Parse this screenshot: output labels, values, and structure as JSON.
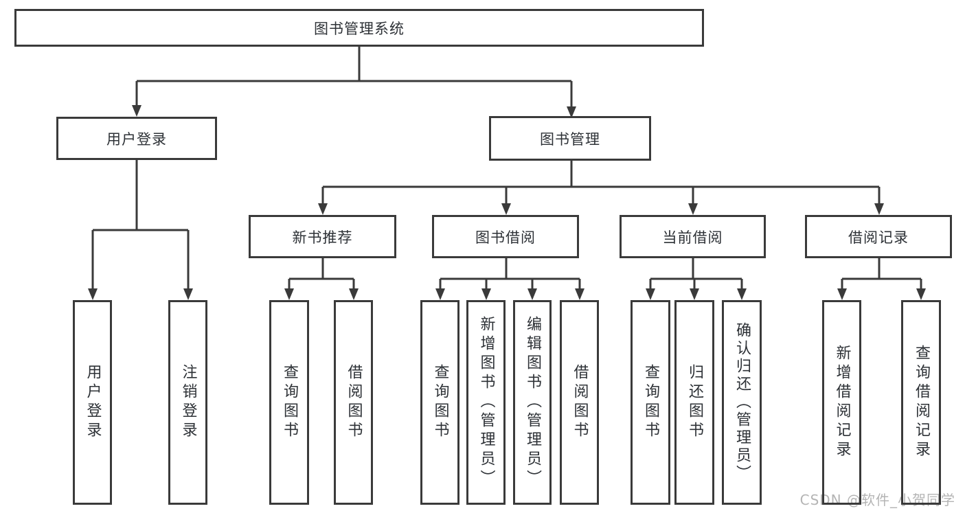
{
  "diagram": {
    "type": "hierarchy-tree",
    "direction": "top-down",
    "colors": {
      "background": "#ffffff",
      "node_border": "#3a3a3a",
      "connector_line": "#3a3a3a",
      "node_text": "#2d3136",
      "watermark_text": "#b4b4b4"
    },
    "tree": {
      "root": {
        "label": "图书管理系统",
        "children": [
          {
            "label": "用户登录",
            "children": [
              {
                "label": "用户登录"
              },
              {
                "label": "注销登录"
              }
            ]
          },
          {
            "label": "图书管理",
            "children": [
              {
                "label": "新书推荐",
                "children": [
                  {
                    "label": "查询图书"
                  },
                  {
                    "label": "借阅图书"
                  }
                ]
              },
              {
                "label": "图书借阅",
                "children": [
                  {
                    "label": "查询图书"
                  },
                  {
                    "label": "新增图书（管理员）"
                  },
                  {
                    "label": "编辑图书（管理员）"
                  },
                  {
                    "label": "借阅图书"
                  }
                ]
              },
              {
                "label": "当前借阅",
                "children": [
                  {
                    "label": "查询图书"
                  },
                  {
                    "label": "归还图书"
                  },
                  {
                    "label": "确认归还（管理员）"
                  }
                ]
              },
              {
                "label": "借阅记录",
                "children": [
                  {
                    "label": "新增借阅记录"
                  },
                  {
                    "label": "查询借阅记录"
                  }
                ]
              }
            ]
          }
        ]
      }
    },
    "watermark": "CSDN @软件_小贺同学"
  }
}
